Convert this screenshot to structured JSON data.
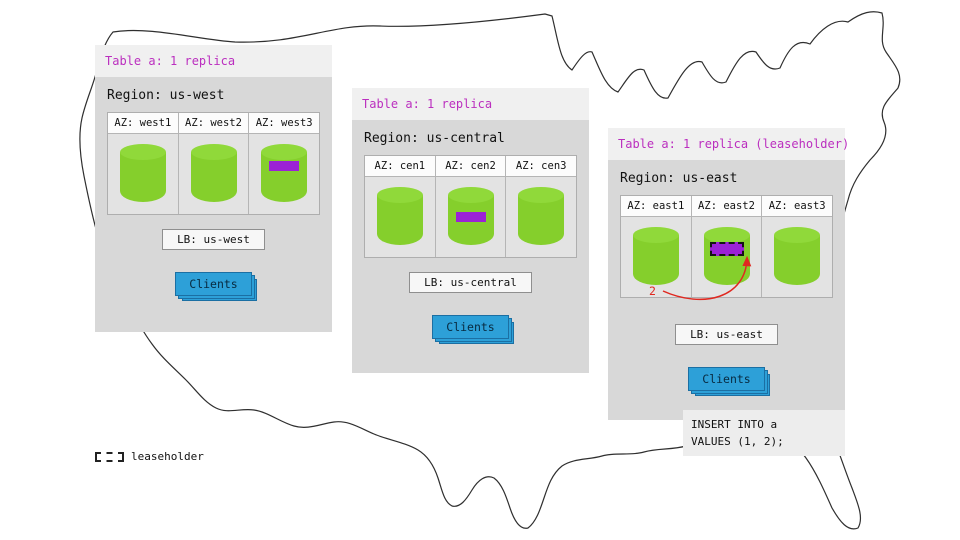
{
  "colors": {
    "accent_magenta": "#bb2fbf",
    "replica_purple": "#9b22d6",
    "db_green": "#85cf2c",
    "clients_blue": "#2da0d8",
    "arrow_red": "#e02820"
  },
  "legend": {
    "label": "leaseholder"
  },
  "sql_note": {
    "line1": "INSERT INTO a",
    "line2": "VALUES (1, 2);"
  },
  "write_step": {
    "label": "2"
  },
  "regions": [
    {
      "table_label": "Table a: 1 replica",
      "region_label": "Region: us-west",
      "lb_label": "LB: us-west",
      "clients_label": "Clients",
      "azs": [
        {
          "label": "AZ: west1",
          "replica": false,
          "leaseholder": false
        },
        {
          "label": "AZ: west2",
          "replica": false,
          "leaseholder": false
        },
        {
          "label": "AZ: west3",
          "replica": true,
          "leaseholder": false
        }
      ]
    },
    {
      "table_label": "Table a: 1 replica",
      "region_label": "Region: us-central",
      "lb_label": "LB: us-central",
      "clients_label": "Clients",
      "azs": [
        {
          "label": "AZ: cen1",
          "replica": false,
          "leaseholder": false
        },
        {
          "label": "AZ: cen2",
          "replica": true,
          "leaseholder": false
        },
        {
          "label": "AZ: cen3",
          "replica": false,
          "leaseholder": false
        }
      ]
    },
    {
      "table_label": "Table a: 1 replica (leaseholder)",
      "region_label": "Region: us-east",
      "lb_label": "LB: us-east",
      "clients_label": "Clients",
      "azs": [
        {
          "label": "AZ: east1",
          "replica": false,
          "leaseholder": false
        },
        {
          "label": "AZ: east2",
          "replica": true,
          "leaseholder": true
        },
        {
          "label": "AZ: east3",
          "replica": false,
          "leaseholder": false
        }
      ]
    }
  ]
}
